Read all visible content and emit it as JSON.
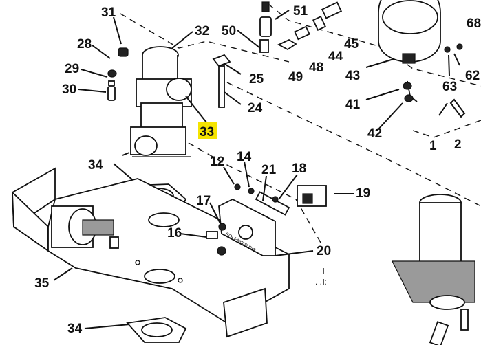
{
  "callouts": [
    "31",
    "32",
    "28",
    "29",
    "30",
    "50",
    "51",
    "45",
    "44",
    "48",
    "49",
    "25",
    "24",
    "33",
    "68",
    "43",
    "41",
    "42",
    "63",
    "62",
    "1",
    "2",
    "34",
    "12",
    "14",
    "21",
    "18",
    "19",
    "17",
    "16",
    "20",
    "35",
    "34"
  ],
  "highlighted_callout": "33",
  "highlight_color": "#f5e400",
  "plate_text": "SOLENOID DIS",
  "misc_text": ". . :"
}
